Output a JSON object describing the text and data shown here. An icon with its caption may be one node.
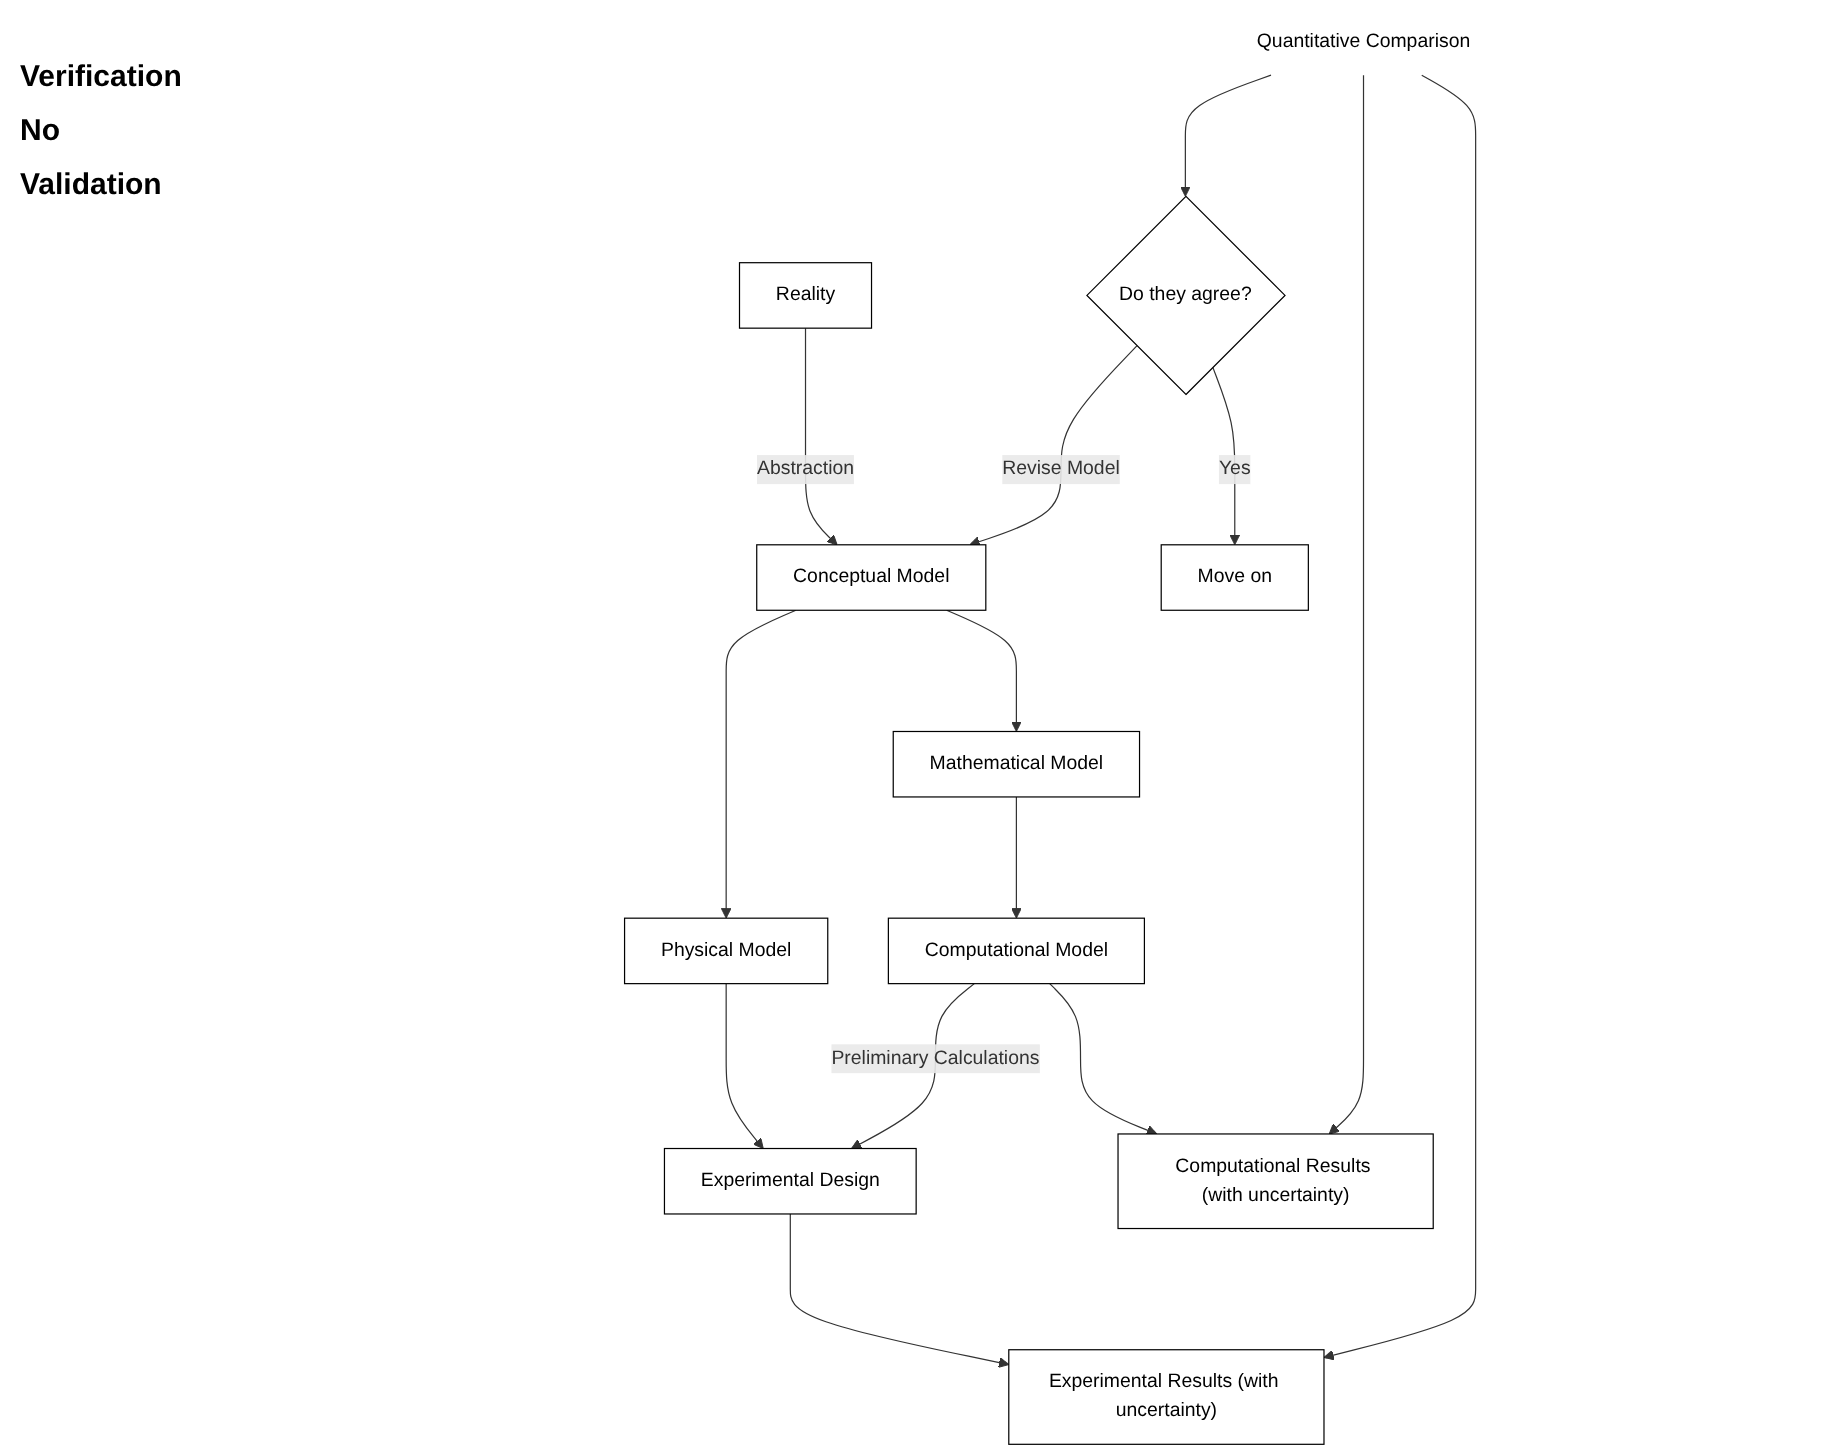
{
  "diagram": {
    "nodes": [
      {
        "text": [
          "Reality"
        ]
      },
      {
        "text": [
          "Conceptual Model"
        ]
      },
      {
        "text": [
          "Mathematical Model"
        ]
      },
      {
        "text": [
          "Physical Model"
        ]
      },
      {
        "text": [
          "Computational Model"
        ]
      },
      {
        "text": [
          "Experimental Design"
        ]
      },
      {
        "text": [
          "Computational Results (with uncertainty)"
        ]
      },
      {
        "text": [
          "Experimental Results (with uncertainty)"
        ]
      },
      {
        "text": [
          "Quantitative Comparison"
        ]
      },
      {
        "text": [
          "Do they agree?"
        ]
      },
      {
        "text": [
          "Move on"
        ]
      }
    ],
    "edges": [
      {
        "from": 0,
        "to": 1,
        "arrow": "to",
        "label": "Abstraction"
      },
      {
        "from": 1,
        "to": 2,
        "arrow": "to"
      },
      {
        "from": 1,
        "to": 3,
        "arrow": "to"
      },
      {
        "from": 2,
        "to": 4,
        "arrow": "to"
      },
      {
        "from": 3,
        "to": 5,
        "arrow": "to"
      },
      {
        "from": 4,
        "to": 5,
        "arrow": "to",
        "label": "Preliminary Calculations"
      },
      {
        "from": 4,
        "to": 6,
        "arrow": "to"
      },
      {
        "from": 5,
        "to": 7,
        "arrow": "to"
      },
      {
        "from": 8,
        "to": 6,
        "arrow": "to"
      },
      {
        "from": 8,
        "to": 7,
        "arrow": "to"
      },
      {
        "from": 8,
        "to": 9,
        "arrow": "to"
      },
      {
        "from": 9,
        "to": 10,
        "arrow": "to",
        "label": "Yes"
      },
      {
        "from": 9,
        "to": 1,
        "arrow": "to",
        "label": "Revise Model"
      }
    ],
    "labels": [
      "Verification",
      "No",
      "Validation"
    ]
  }
}
